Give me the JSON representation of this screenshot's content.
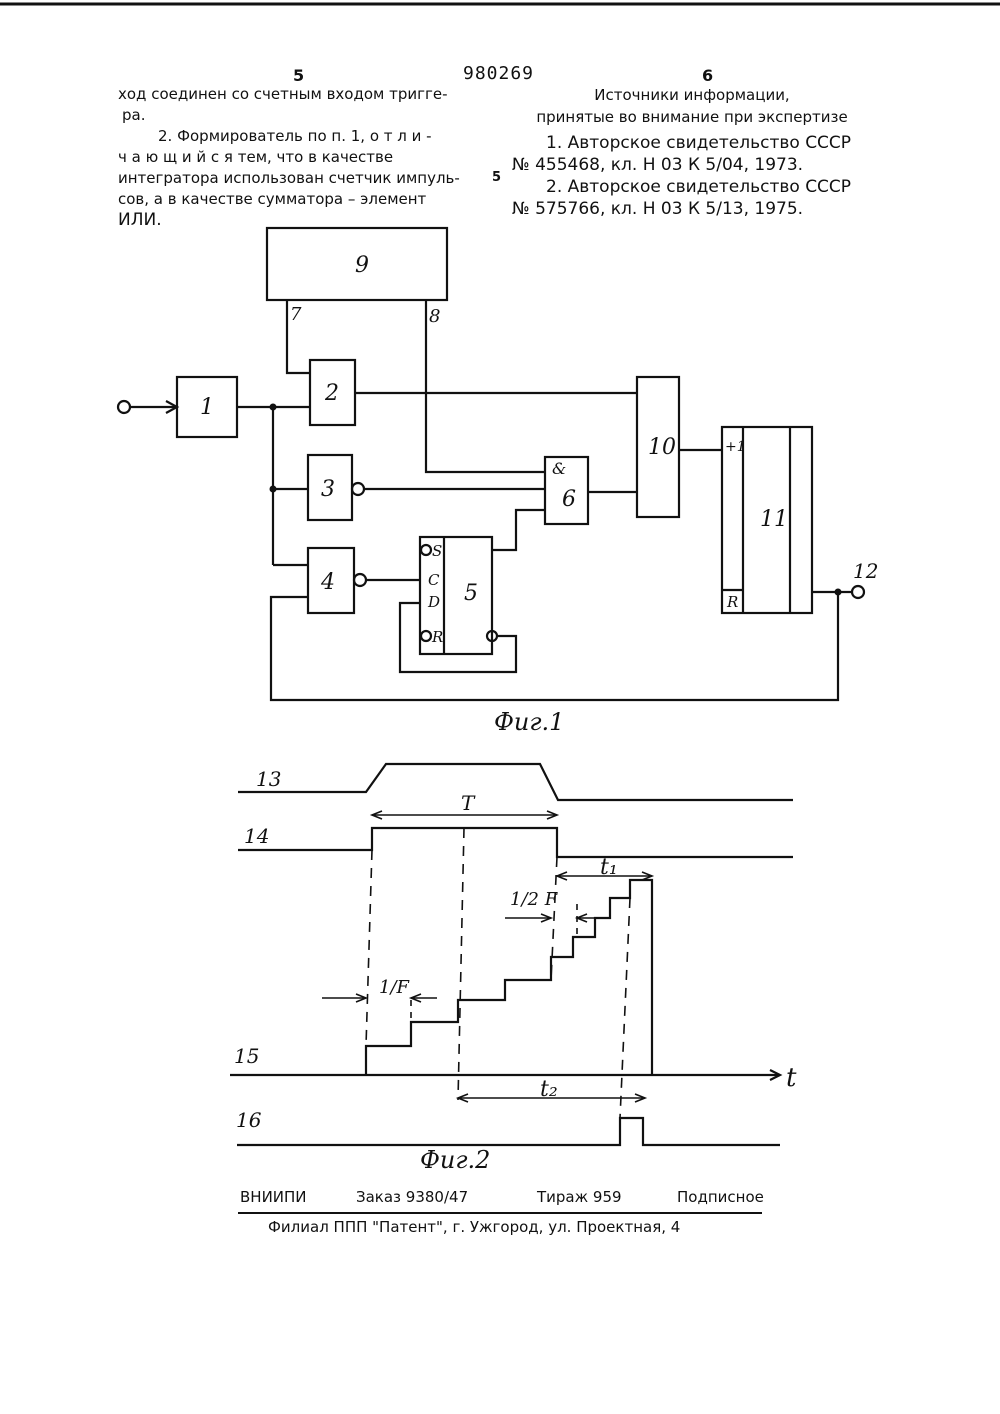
{
  "header": {
    "page_left": "5",
    "patent_number": "980269",
    "page_right": "6",
    "line_marker": "5"
  },
  "left_column": {
    "line1": "ход соединен со счетным входом тригге-",
    "line2": "ра.",
    "line3": "2. Формирователь по п. 1, о т л и -",
    "line4": "ч а ю щ и й с я   тем, что в качестве",
    "line5": "интегратора использован счетчик импуль-",
    "line6": "сов, а в качестве сумматора – элемент",
    "line7": "ИЛИ."
  },
  "right_column": {
    "title1": "Источники информации,",
    "title2": "принятые во внимание при экспертизе",
    "ref1_a": "1. Авторское свидетельство СССР",
    "ref1_b": "№ 455468, кл. Н 03 К 5/04, 1973.",
    "ref2_a": "2. Авторское свидетельство СССР",
    "ref2_b": "№ 575766, кл. Н 03 К 5/13, 1975."
  },
  "fig1": {
    "caption": "Фиг.1",
    "blocks": {
      "b1": "1",
      "b2": "2",
      "b3": "3",
      "b4": "4",
      "b5": "5",
      "b6": "6",
      "b9": "9",
      "b10": "10",
      "b11": "11"
    },
    "wires": {
      "w7": "7",
      "w8": "8",
      "out12": "12"
    },
    "pins": {
      "and": "&",
      "S": "S",
      "C": "C",
      "D": "D",
      "R5": "R",
      "plus1": "+1",
      "R11": "R"
    }
  },
  "fig2": {
    "caption": "Фиг.2",
    "signals": {
      "s13": "13",
      "s14": "14",
      "s15": "15",
      "s16": "16"
    },
    "labels": {
      "T": "T",
      "t1": "t₁",
      "t2": "t₂",
      "t_axis": "t",
      "oneF": "1/F",
      "halfF": "1/2 F"
    }
  },
  "footer": {
    "org": "ВНИИПИ",
    "order": "Заказ 9380/47",
    "circulation": "Тираж 959",
    "subscription": "Подписное",
    "branch": "Филиал ППП \"Патент\", г. Ужгород, ул. Проектная, 4"
  }
}
